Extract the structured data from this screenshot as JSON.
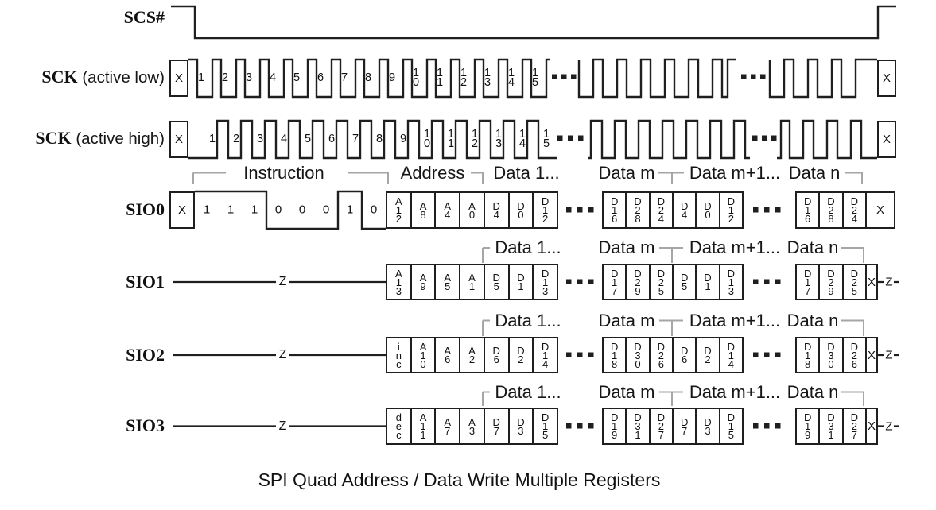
{
  "caption": "SPI Quad Address / Data Write Multiple Registers",
  "section_labels": {
    "instruction": "Instruction",
    "address": "Address",
    "data1": "Data 1...",
    "data_m": "Data m",
    "data_m1": "Data m+1...",
    "data_n": "Data n"
  },
  "signals": {
    "scs": {
      "label": "SCS#"
    },
    "sck_low": {
      "label_strong": "SCK",
      "label_normal": " (active low)",
      "start_x": "X",
      "end_x": "X",
      "numbers": [
        "1",
        "2",
        "3",
        "4",
        "5",
        "6",
        "7",
        "8",
        "9",
        "10",
        "11",
        "12",
        "13",
        "14",
        "15"
      ]
    },
    "sck_high": {
      "label_strong": "SCK",
      "label_normal": " (active high)",
      "start_x": "X",
      "end_x": "X",
      "numbers": [
        "1",
        "2",
        "3",
        "4",
        "5",
        "6",
        "7",
        "8",
        "9",
        "10",
        "11",
        "12",
        "13",
        "14",
        "15"
      ]
    },
    "sio0": {
      "label": "SIO0",
      "start_x": "X",
      "bits": [
        "1",
        "1",
        "1",
        "0",
        "0",
        "0",
        "1",
        "0"
      ],
      "group1": [
        "A12",
        "A8",
        "A4",
        "A0",
        "D4",
        "D0",
        "D12"
      ],
      "group2": [
        "D16",
        "D28",
        "D24",
        "D4",
        "D0",
        "D12"
      ],
      "group3": [
        "D16",
        "D28",
        "D24"
      ],
      "end_x": "X"
    },
    "sio1": {
      "label": "SIO1",
      "z": "Z",
      "group1": [
        "A13",
        "A9",
        "A5",
        "A1",
        "D5",
        "D1",
        "D13"
      ],
      "group2": [
        "D17",
        "D29",
        "D25",
        "D5",
        "D1",
        "D13"
      ],
      "group3": [
        "D17",
        "D29",
        "D25"
      ],
      "end_x": "X",
      "end_z": "Z"
    },
    "sio2": {
      "label": "SIO2",
      "z": "Z",
      "group1": [
        "inc",
        "A10",
        "A6",
        "A2",
        "D6",
        "D2",
        "D14"
      ],
      "group2": [
        "D18",
        "D30",
        "D26",
        "D6",
        "D2",
        "D14"
      ],
      "group3": [
        "D18",
        "D30",
        "D26"
      ],
      "end_x": "X",
      "end_z": "Z"
    },
    "sio3": {
      "label": "SIO3",
      "z": "Z",
      "group1": [
        "dec",
        "A11",
        "A7",
        "A3",
        "D7",
        "D3",
        "D15"
      ],
      "group2": [
        "D19",
        "D31",
        "D27",
        "D7",
        "D3",
        "D15"
      ],
      "group3": [
        "D19",
        "D31",
        "D27"
      ],
      "end_x": "X",
      "end_z": "Z"
    }
  },
  "colors": {
    "line": "#1f1f1f",
    "bracket": "#a6a6a6",
    "background": "#ffffff"
  }
}
